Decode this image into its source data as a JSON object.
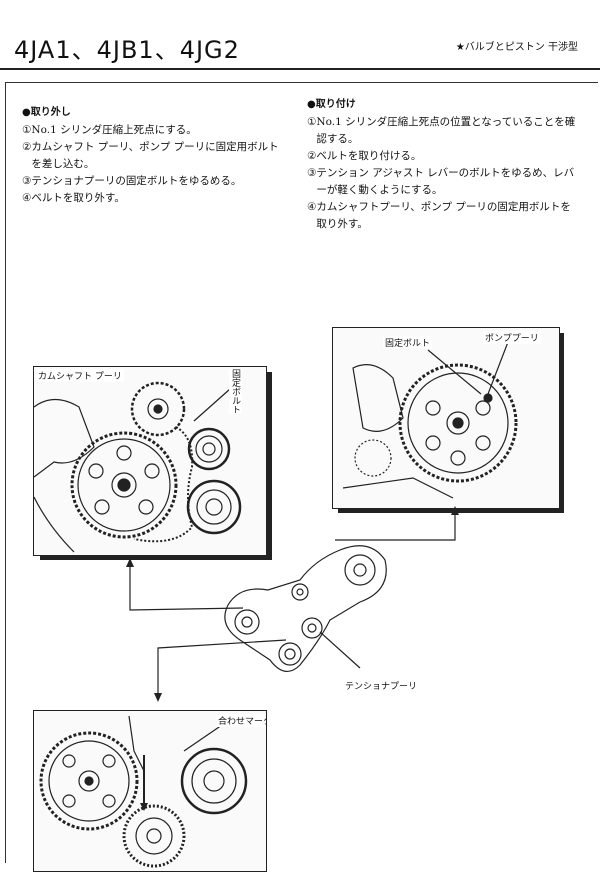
{
  "header": {
    "title": "4JA1、4JB1、4JG2",
    "note": "★バルブとピストン 干渉型"
  },
  "removal": {
    "heading": "●取り外し",
    "steps": [
      {
        "num": "①",
        "text": "No.1 シリンダ圧縮上死点にする。"
      },
      {
        "num": "②",
        "text": "カムシャフト プーリ、ポンプ プーリに固定用ボルトを差し込む。"
      },
      {
        "num": "③",
        "text": "テンショナプーリの固定ボルトをゆるめる。"
      },
      {
        "num": "④",
        "text": "ベルトを取り外す。"
      }
    ]
  },
  "installation": {
    "heading": "●取り付け",
    "steps": [
      {
        "num": "①",
        "text": "No.1 シリンダ圧縮上死点の位置となっていることを確認する。"
      },
      {
        "num": "②",
        "text": "ベルトを取り付ける。"
      },
      {
        "num": "③",
        "text": "テンション アジャスト レバーのボルトをゆるめ、レバーが軽く動くようにする。"
      },
      {
        "num": "④",
        "text": "カムシャフトプーリ、ポンプ プーリの固定用ボルトを取り外す。"
      }
    ]
  },
  "figures": {
    "camshaft": {
      "pulley_label": "カムシャフト プーリ",
      "bolt_label": "固定ボルト"
    },
    "pump": {
      "bolt_label": "固定ボルト",
      "pulley_label": "ポンププーリ"
    },
    "belt": {
      "tensioner_label": "テンショナプーリ"
    },
    "crank": {
      "mark_label": "合わせマーク"
    }
  }
}
